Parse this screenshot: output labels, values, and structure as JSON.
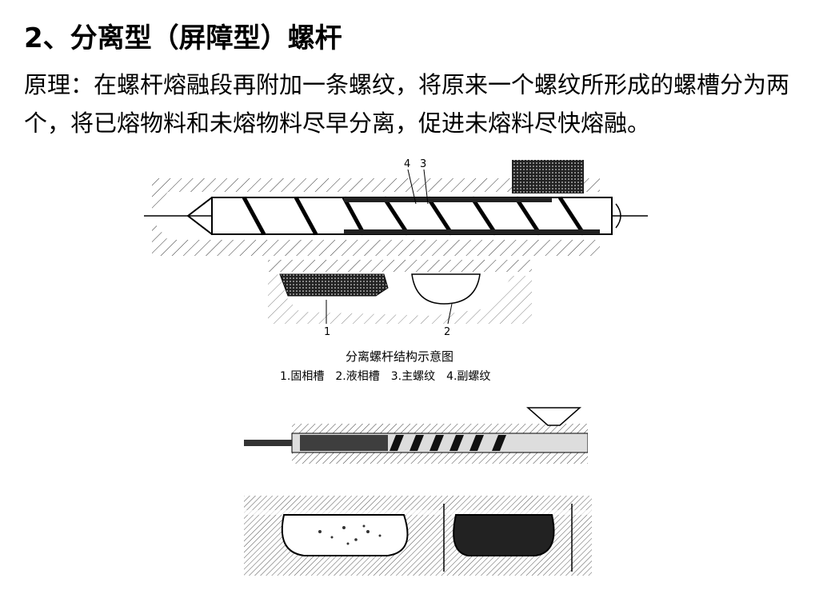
{
  "title": "2、分离型（屏障型）螺杆",
  "body": "原理：在螺杆熔融段再附加一条螺纹，将原来一个螺纹所形成的螺槽分为两个，将已熔物料和未熔物料尽早分离，促进未熔料尽快熔融。",
  "figure1": {
    "caption": "分离螺杆结构示意图",
    "legend": "1.固相槽　2.液相槽　3.主螺纹　4.副螺纹",
    "callouts": [
      "4",
      "3",
      "1",
      "2"
    ]
  }
}
